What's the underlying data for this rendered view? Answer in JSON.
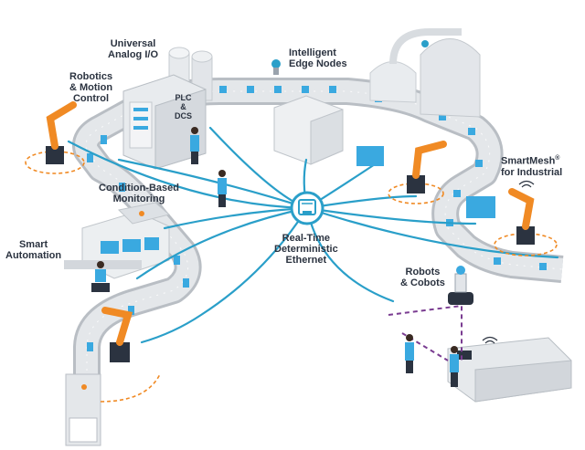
{
  "labels": {
    "universal_io": [
      "Universal",
      "Analog I/O"
    ],
    "edge_nodes": [
      "Intelligent",
      "Edge Nodes"
    ],
    "robotics": [
      "Robotics",
      "& Motion",
      "Control"
    ],
    "plc": [
      "PLC",
      "&",
      "DCS"
    ],
    "condition": [
      "Condition-Based",
      "Monitoring"
    ],
    "ethernet": [
      "Real-Time",
      "Deterministic",
      "Ethernet"
    ],
    "smartmesh": [
      "SmartMesh",
      "for Industrial"
    ],
    "smartmesh_mark": "®",
    "smart_automation": [
      "Smart",
      "Automation"
    ],
    "robots": [
      "Robots",
      "& Cobots"
    ]
  },
  "colors": {
    "network": "#2a9fc9",
    "wireless": "#7a3c91",
    "robot": "#f08a24",
    "conveyor": "#d6d9dd",
    "box": "#3aa9e0",
    "label": "#2b3340"
  },
  "icons": {
    "hub": "ethernet-port-icon"
  }
}
